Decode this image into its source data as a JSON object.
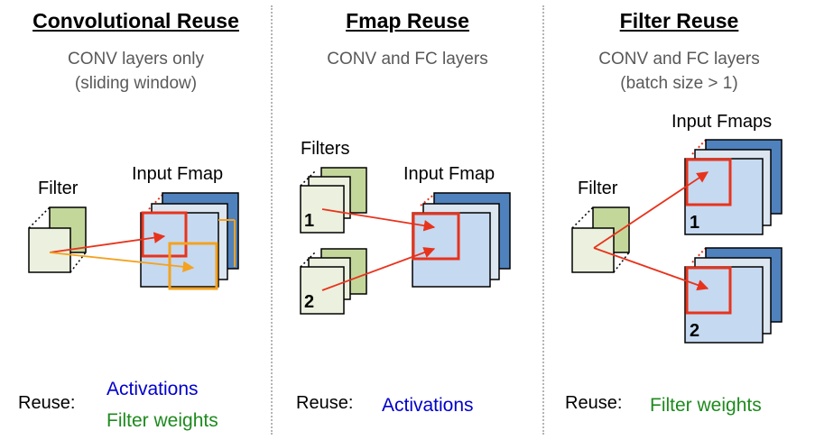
{
  "panels": [
    {
      "title": "Convolutional Reuse",
      "subtitle_line1": "CONV layers only",
      "subtitle_line2": "(sliding window)",
      "filter_label": "Filter",
      "fmap_label": "Input Fmap",
      "reuse_label": "Reuse:",
      "reuse_values": [
        "Activations",
        "Filter weights"
      ]
    },
    {
      "title": "Fmap Reuse",
      "subtitle_line1": "CONV and FC layers",
      "filters_label": "Filters",
      "fmap_label": "Input Fmap",
      "filter_numbers": [
        "1",
        "2"
      ],
      "reuse_label": "Reuse:",
      "reuse_values": [
        "Activations"
      ]
    },
    {
      "title": "Filter Reuse",
      "subtitle_line1": "CONV and FC layers",
      "subtitle_line2": "(batch size > 1)",
      "filter_label": "Filter",
      "fmaps_label": "Input Fmaps",
      "fmap_numbers": [
        "1",
        "2"
      ],
      "reuse_label": "Reuse:",
      "reuse_values": [
        "Filter weights"
      ]
    }
  ],
  "colors": {
    "activations": "#0000cc",
    "filter_weights": "#1e8a1e",
    "arrow_red": "#e8331c",
    "arrow_orange": "#f4a21f",
    "filter_green": "#c4d79b",
    "fmap_blue": "#4f81bd"
  }
}
